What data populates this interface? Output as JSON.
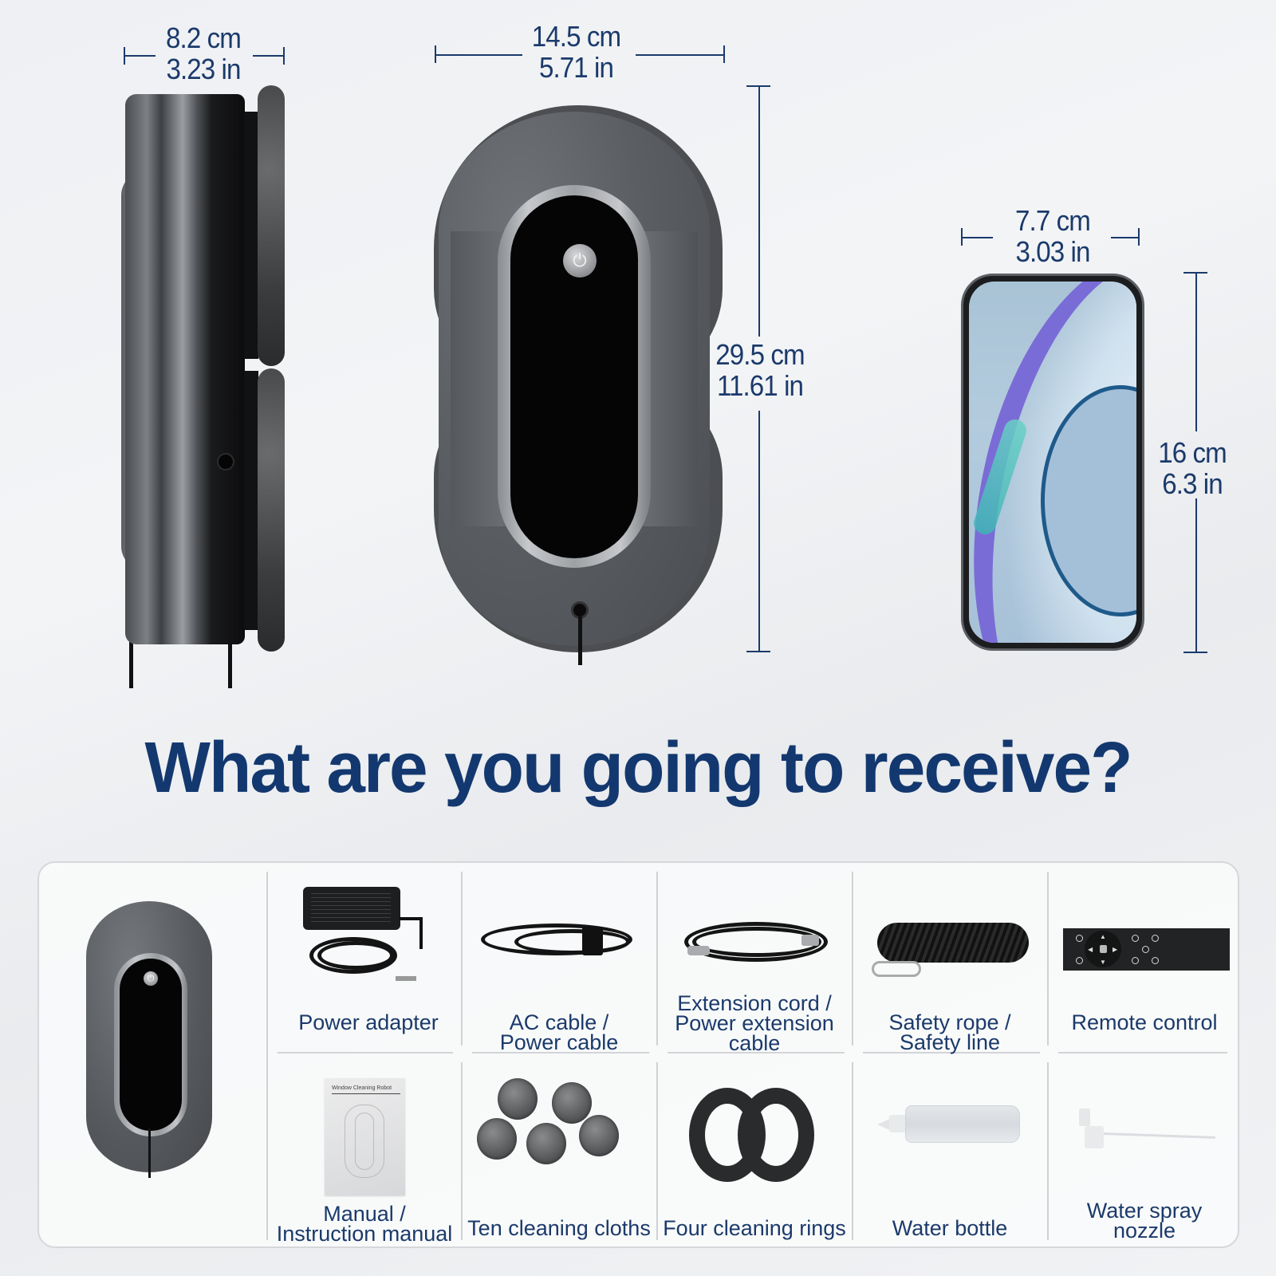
{
  "dimensions": {
    "side_width": {
      "cm": "8.2 cm",
      "in": "3.23 in"
    },
    "front_width": {
      "cm": "14.5 cm",
      "in": "5.71 in"
    },
    "front_height": {
      "cm": "29.5 cm",
      "in": "11.61 in"
    },
    "phone_width": {
      "cm": "7.7 cm",
      "in": "3.03 in"
    },
    "phone_height": {
      "cm": "16 cm",
      "in": "6.3 in"
    }
  },
  "product": {
    "power_icon": "⏻",
    "manual_cover_title": "Window Cleaning Robot"
  },
  "headline": "What are you going to receive?",
  "package_contents": {
    "items": [
      {
        "label_line1": "Power adapter",
        "label_line2": ""
      },
      {
        "label_line1": "AC cable /",
        "label_line2": "Power cable"
      },
      {
        "label_line1": "Extension cord /",
        "label_line2": "Power extension",
        "label_line3": "cable"
      },
      {
        "label_line1": "Safety rope /",
        "label_line2": "Safety line"
      },
      {
        "label_line1": "Remote control",
        "label_line2": ""
      },
      {
        "label_line1": "Manual /",
        "label_line2": "Instruction manual"
      },
      {
        "label_line1": "Ten cleaning cloths",
        "label_line2": ""
      },
      {
        "label_line1": "Four cleaning rings",
        "label_line2": ""
      },
      {
        "label_line1": "Water bottle",
        "label_line2": ""
      },
      {
        "label_line1": "Water spray",
        "label_line2": "nozzle"
      }
    ]
  },
  "colors": {
    "accent_navy": "#13386f",
    "label_blue": "#1b3a6b",
    "robot_gray": "#5b5e62",
    "background": "#eef0f3"
  }
}
